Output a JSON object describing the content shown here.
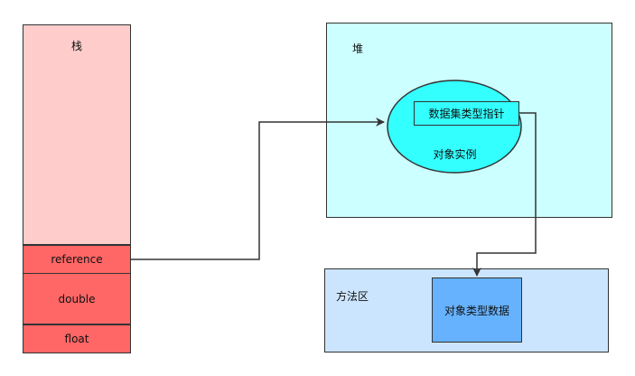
{
  "stack": {
    "title": "栈",
    "slots": [
      {
        "label": "reference"
      },
      {
        "label": "double"
      },
      {
        "label": "float"
      }
    ]
  },
  "heap": {
    "title": "堆",
    "object_label": "对象实例",
    "pointer_label": "数据集类型指针"
  },
  "method_area": {
    "title": "方法区",
    "type_data_label": "对象类型数据"
  },
  "colors": {
    "stack_bg": "#ffcccc",
    "stack_slot": "#ff6666",
    "heap_bg": "#ccffff",
    "pointer_box": "#33ffff",
    "method_bg": "#cce5ff",
    "type_data": "#66b2ff"
  }
}
